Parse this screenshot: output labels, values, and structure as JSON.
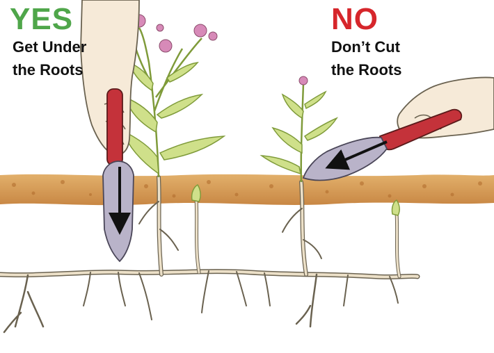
{
  "panels": {
    "yes": {
      "title": "YES",
      "line1": "Get Under",
      "line2": "the Roots",
      "color": "#4fa64a"
    },
    "no": {
      "title": "NO",
      "line1": "Don’t Cut",
      "line2": "the Roots",
      "color": "#d6262b"
    }
  },
  "colors": {
    "soil": "#d7a15a",
    "soil_dark": "#b9773a",
    "leaf": "#cfe08a",
    "leaf_edge": "#7f9b3a",
    "flower": "#d78ab8",
    "trowel_blade": "#b9b3c9",
    "trowel_handle": "#c4323a",
    "skin": "#f6ead8",
    "root": "#ece0c8",
    "root_edge": "#6a6250"
  },
  "icons": [
    "hand-icon",
    "trowel-icon",
    "thistle-icon",
    "root-icon",
    "arrow-icon"
  ]
}
